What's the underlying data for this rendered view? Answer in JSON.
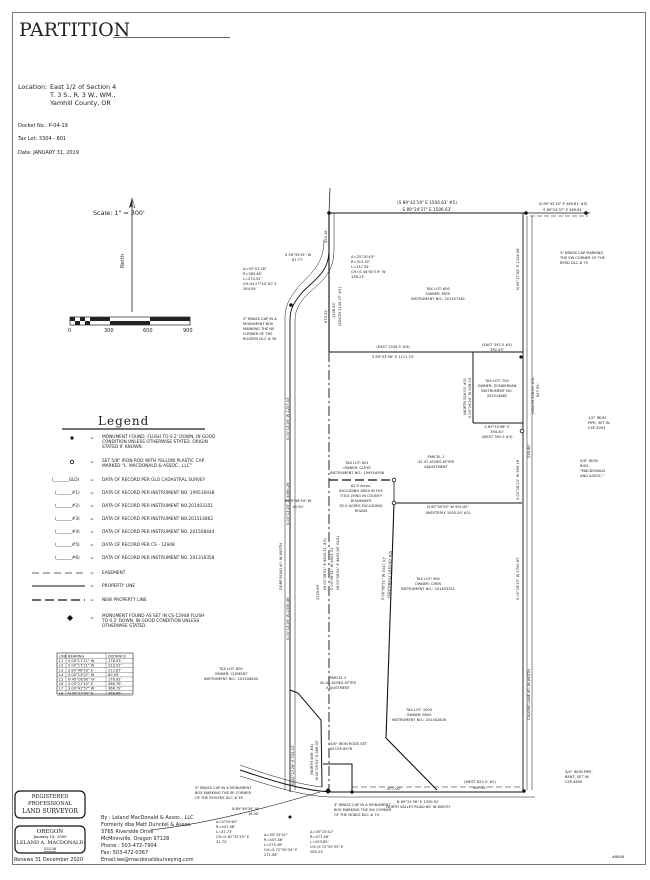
{
  "title": "PARTITION",
  "location": {
    "label": "Location:",
    "line1": "East 1/2 of Section 4",
    "line2": "T. 3 S., R. 3 W., WM.,",
    "line3": "Yamhill County, OR"
  },
  "docket": "Docket No.: P-04-19",
  "tax_lot": "Tax Lot: 3304 - 801",
  "date": "Date: JANUARY 31, 2019",
  "scale": {
    "label": "Scale:  1\" = 300'",
    "north": "North",
    "ticks": [
      "0",
      "300",
      "600",
      "900"
    ]
  },
  "legend": {
    "title": "Legend",
    "items": [
      {
        "symbol": "",
        "text1": "MONUMENT FOUND, FLUSH TO 0.2' DOWN, IN GOOD",
        "text2": "CONDITION UNLESS OTHERWISE STATED. ORIGIN",
        "text3": "STATED IF KNOWN."
      },
      {
        "symbol": "",
        "text1": "SET 5/8\" IRON ROD WITH YELLOW PLASTIC CAP",
        "text2": "MARKED \"L. MACDONALD & ASSOC., LLC\""
      },
      {
        "symbol": "(_______GLO)",
        "text1": "DATA OF RECORD PER GLO CADASTRAL SURVEY"
      },
      {
        "symbol": "(_______#1)",
        "text1": "DATA OF RECORD PER INSTRUMENT NO. 199516938"
      },
      {
        "symbol": "(_______#2)",
        "text1": "DATA OF RECORD PER INSTRUMENT NO.201403351"
      },
      {
        "symbol": "(_______#3)",
        "text1": "DATA OF RECORD PER INSTRUMENT NO.201514862"
      },
      {
        "symbol": "(_______#4)",
        "text1": "DATA OF RECORD PER INSTRUMENT NO. 201508444"
      },
      {
        "symbol": "(_______#5)",
        "text1": "DATA OF RECORD PER CS - 12948"
      },
      {
        "symbol": "(_______#6)",
        "text1": "DATA OF RECORD PER INSTRUMENT NO. 201318358"
      },
      {
        "symbol": "",
        "text1": "EASEMENT"
      },
      {
        "symbol": "",
        "text1": "PROPERTY LINE"
      },
      {
        "symbol": "",
        "text1": "NEW PROPERTY LINE"
      },
      {
        "symbol": "",
        "text1": "MONUMENT FOUND AS SET IN CS-12948 FLUSH",
        "text2": "TO 0.2' DOWN, IN GOOD CONDITION UNLESS",
        "text3": "OTHERWISE STATED."
      }
    ],
    "eq": "="
  },
  "line_table": {
    "headers": [
      "LINE",
      "BEARING",
      "DISTANCE"
    ],
    "rows": [
      [
        "L1",
        "S 00°17'21\" W",
        "176.93'"
      ],
      [
        "L2",
        "S 00°17'21\" W",
        "223.52'"
      ],
      [
        "L3",
        "S 89°46'53\" E",
        "212.67'"
      ],
      [
        "L4",
        "S 00°13'07\" W",
        "80.05'"
      ],
      [
        "L5",
        "N 49°08'00\" W",
        "176.92'"
      ],
      [
        "L6",
        "S 00°21'42\" E",
        "366.76'"
      ],
      [
        "L7",
        "S 00°41'57\" W",
        "366.72'"
      ],
      [
        "L8",
        "N 00°17'42\" E",
        "366.86'"
      ]
    ]
  },
  "seal": {
    "registered1": "REGISTERED",
    "registered2": "PROFESSIONAL",
    "registered3": "LAND SURVEYOR",
    "state": "OREGON",
    "date": "January 18, 2000",
    "name": "LELAND A. MACDONALD",
    "number": "53236",
    "renews": "Renews 31 December 2020"
  },
  "firm": {
    "line1": "By : Leland MacDonald & Assoc., LLC",
    "line2": "Formerly dba Matt Dunckel & Assoc.",
    "line3": "3765 Riverside Drive",
    "line4": "McMinnville, Oregon 97128",
    "line5": "Phone :  503-472-7904",
    "line6": "Fax: 503-472-0367",
    "line7": "Email:lee@macdonaldsurveying.com"
  },
  "sheet_no": "#8808",
  "plat": {
    "top_record": "(S 89°42'19\" E  1506.63' #5)",
    "top_measured": "S 89°24'37\" E  1506.63'",
    "top_right_record": "(S 89°42'19\" E  489.81' #5)",
    "top_right_measured": "S 89°24'37\" E  489.81'",
    "byrd_cap1": "3\" BRASS CAP  MARKING",
    "byrd_cap2": "THE SW CORNER OF THE",
    "byrd_cap3": "BYRD DLC # 75",
    "east_line": "N 00°17'42\" E  1104.55'",
    "curve1_a": "Δ=55°01'28\"",
    "curve1_r": "R=285.85'",
    "curve1_l": "L=274.52'",
    "curve1_ch": "CH=N 27°44'10\" E",
    "curve1_chl": "264.09'",
    "tangent": "S 56°35'41\" W",
    "tangent_len": "87.77'",
    "curve2_a": "Δ=25°10'43\"",
    "curve2_r": "R=312.52'",
    "curve2_l": "L=137.34'",
    "curve2_ch": "CH=S 44°00'19\" W",
    "curve2_chl": "136.23'",
    "d1": "429.18'",
    "d2": "679.32'",
    "d3": "1108.50'",
    "d3_rec": "(SOUTH 1135.37' #3)",
    "rogers1": "3\" BRASS CAP IN A",
    "rogers2": "MONUMENT BOX",
    "rogers3": "MARKING THE NE",
    "rogers4": "CORNER OF THE",
    "rogers5": "ROGERS DLC # 39",
    "lot600_1": "TAX LOT: 600",
    "lot600_2": "OWNER: PATE",
    "lot600_3": "INSTRUMENT NO.: 201207261",
    "mid_record": "(EAST  1534.5' #3)",
    "mid_measured": "S 89°33'36\" E  1111.20'",
    "east392_rec": "(EAST 392.5 #3)",
    "east392": "392.43'",
    "lot700_1": "TAX LOT: 700",
    "lot700_2": "OWNER: ZONDERVAN",
    "lot700_3": "INSTRUMENT NO.",
    "lot700_4": "201514862",
    "north528": "(NORTH 528.00' #3)",
    "north528_m": "S 00°26'24\" W  528.00'",
    "south528": "(SOUTH 528.00' #3)",
    "south528_m": "527.99'",
    "s394": "S 89°33'36\" E",
    "s394_d": "394.40'",
    "west392": "(WEST 392.5 #3)",
    "iron_half1": "1/2\" IRON",
    "iron_half2": "PIPE, SET IN",
    "iron_half3": "CSP-3093",
    "iron58_1": "5/8\" IRON",
    "iron58_2": "ROD,",
    "iron58_3": "\"MACDONALD",
    "iron58_4": "AND ASSOC.\"",
    "d236": "236.46'",
    "s559": "S 00°18'23\" W  559.16'",
    "lot801_1": "TAX LOT: 801",
    "lot801_2": "OWNER: CLEYS",
    "lot801_3": "INSTRUMENT NO.: 199516938",
    "parcel1_1": "PARCEL 1",
    "parcel1_2": "42.47 ACRES AFTER",
    "parcel1_3": "ADJUSTMENT",
    "acres1": "82.9 Acres,",
    "acres2": "INCLUDING AREA IN FEE",
    "acres3": "TITLE LYING IN COUNTY",
    "acres4": "ROADWAYS",
    "acres5": "82.0 ACRES EXCLUDING",
    "acres6": "ROADS",
    "n89_991": "N 89°30'59\" W  991.62'",
    "westerly": "(WESTERLY  1005.00' #2)",
    "n89_46": "N 89°46'34\" W",
    "n89_46_d": "16.50'",
    "dorp": "DORP ROAD 40' IN WIDTH",
    "w1": "S 00°13'26\" W  1207.03'",
    "w2": "S 00°13'26\" W  4060.26'",
    "w3": "S 00°13'26\" W  2335.46'",
    "s2709": "2709.85'",
    "c1": "(N 00°08'51\" E 4503.31' #2)",
    "c2": "S 00°08'51\" W  4503.31'",
    "c3": "(N 00°08'51\" E 4493.28' GLO)",
    "lot900_1": "TAX LOT: 900",
    "lot900_2": "OWNER: CHEN",
    "lot900_3": "INSTRUMENT NO.: 201403351",
    "s1047": "S 00°08'51\" W  1047.31'",
    "s1047_r": "(SOUTHERLY 1030.00' #2)",
    "calkins": "CALKINS LANE 40' IN WIDTH",
    "east_s": "S 00°18'23\" W  2790.67'",
    "lot800_1": "TAX LOT: 800",
    "lot800_2": "OWNER: CLEMENT",
    "lot800_3": "INSTRUMENT NO.: 201508444",
    "parcel2_1": "PARCEL 2",
    "parcel2_2": "40.45 ACRES AFTER",
    "parcel2_3": "ADJUSTMENT",
    "lot1000_1": "TAX LOT: 1000",
    "lot1000_2": "OWNER: PASS",
    "lot1000_3": "INSTRUMENT NO.: 201302826",
    "rods1": "5/8\" IRON RODS SET",
    "rods2": "IN CSP-8576",
    "n00_705": "N 00°13'26\" E  705.03'",
    "north_466": "(NORTH 466' #4)",
    "n00_466": "N 00°08'51\" E  466.00'",
    "d677": "677.00'",
    "west623": "(WEST 623.5' #2)",
    "d667": "667.42'",
    "n89_road": "N 89°22'36\" E  1339.52'",
    "valley": "NORTH VALLEY ROAD 60' IN WIDTH",
    "se_rogers1": "3\" BRASS CAP IN A MONUMENT",
    "se_rogers2": "BOX MARKING THE SE CORNER",
    "se_rogers3": "OF THE ROGERS DLC # 39",
    "noble1": "3\" BRASS CAP IN A MONUMENT",
    "noble2": "BOX MARKING THE SW CORNER",
    "noble3": "OF THE NOBLE DLC # 74",
    "c3_a": "Δ=4°03'46\"",
    "c3_r": "R=447.46'",
    "c3_l": "L=31.73'",
    "c3_ch": "CH=S 62°33'15\" E",
    "c3_chl": "31.72'",
    "c4_a": "Δ=35°15'42\"",
    "c4_r": "R=447.46'",
    "c4_l": "L=275.38'",
    "c4_ch": "CH=S 72°59'33\" E",
    "c4_chl": "271.06'",
    "c5_a": "Δ=35°15'42\"",
    "c5_r": "R=477.46'",
    "c5_l": "L=293.85'",
    "c5_ch": "CH=S 72°59'33\" E",
    "c5_chl": "289.23'",
    "iron34_1": "3/4\" IRON PIPE,",
    "iron34_2": "BENT, SET IN",
    "iron34_3": "CSP-4630"
  }
}
